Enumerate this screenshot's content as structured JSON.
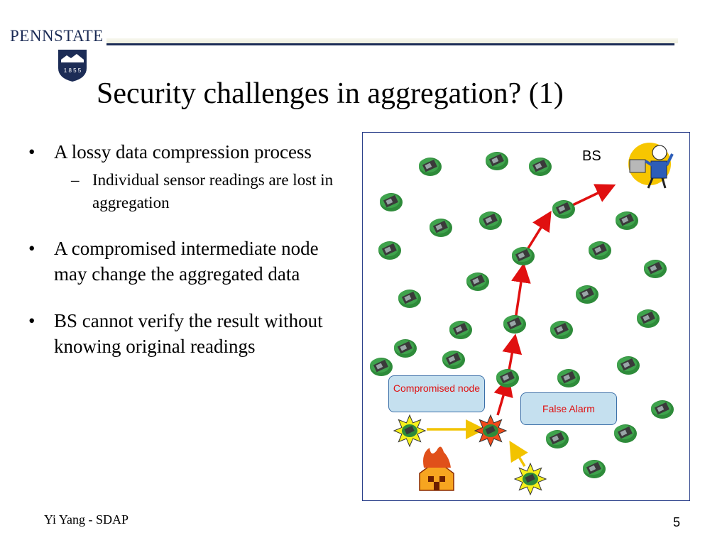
{
  "header": {
    "brand": "PENNSTATE",
    "seal_text": "1 8 5 5"
  },
  "slide": {
    "title": "Security challenges in aggregation? (1)",
    "bullets": [
      {
        "text": "A lossy data compression process",
        "sub": "Individual sensor readings are lost in aggregation"
      },
      {
        "text": "A compromised intermediate node may change the aggregated data"
      },
      {
        "text": "BS cannot verify the result without knowing original readings"
      }
    ],
    "bullet_symbol": "•",
    "sub_symbol": "–"
  },
  "diagram": {
    "bs_label": "BS",
    "compromised_callout": "Compromised node",
    "false_alarm_callout": "False Alarm"
  },
  "footer": {
    "author": "Yi Yang - SDAP",
    "page_number": "5"
  },
  "icons": {
    "sensor": "sensor-node-icon",
    "base_station": "base-station-person-icon",
    "fire": "burning-house-icon",
    "starburst": "alert-starburst-icon"
  },
  "colors": {
    "brand_navy": "#1c2c56",
    "node_green": "#2e8b3a",
    "arrow_red": "#e01010",
    "arrow_yellow": "#f2c300",
    "callout_fill": "#c5e0ef",
    "callout_text": "#e01010"
  }
}
